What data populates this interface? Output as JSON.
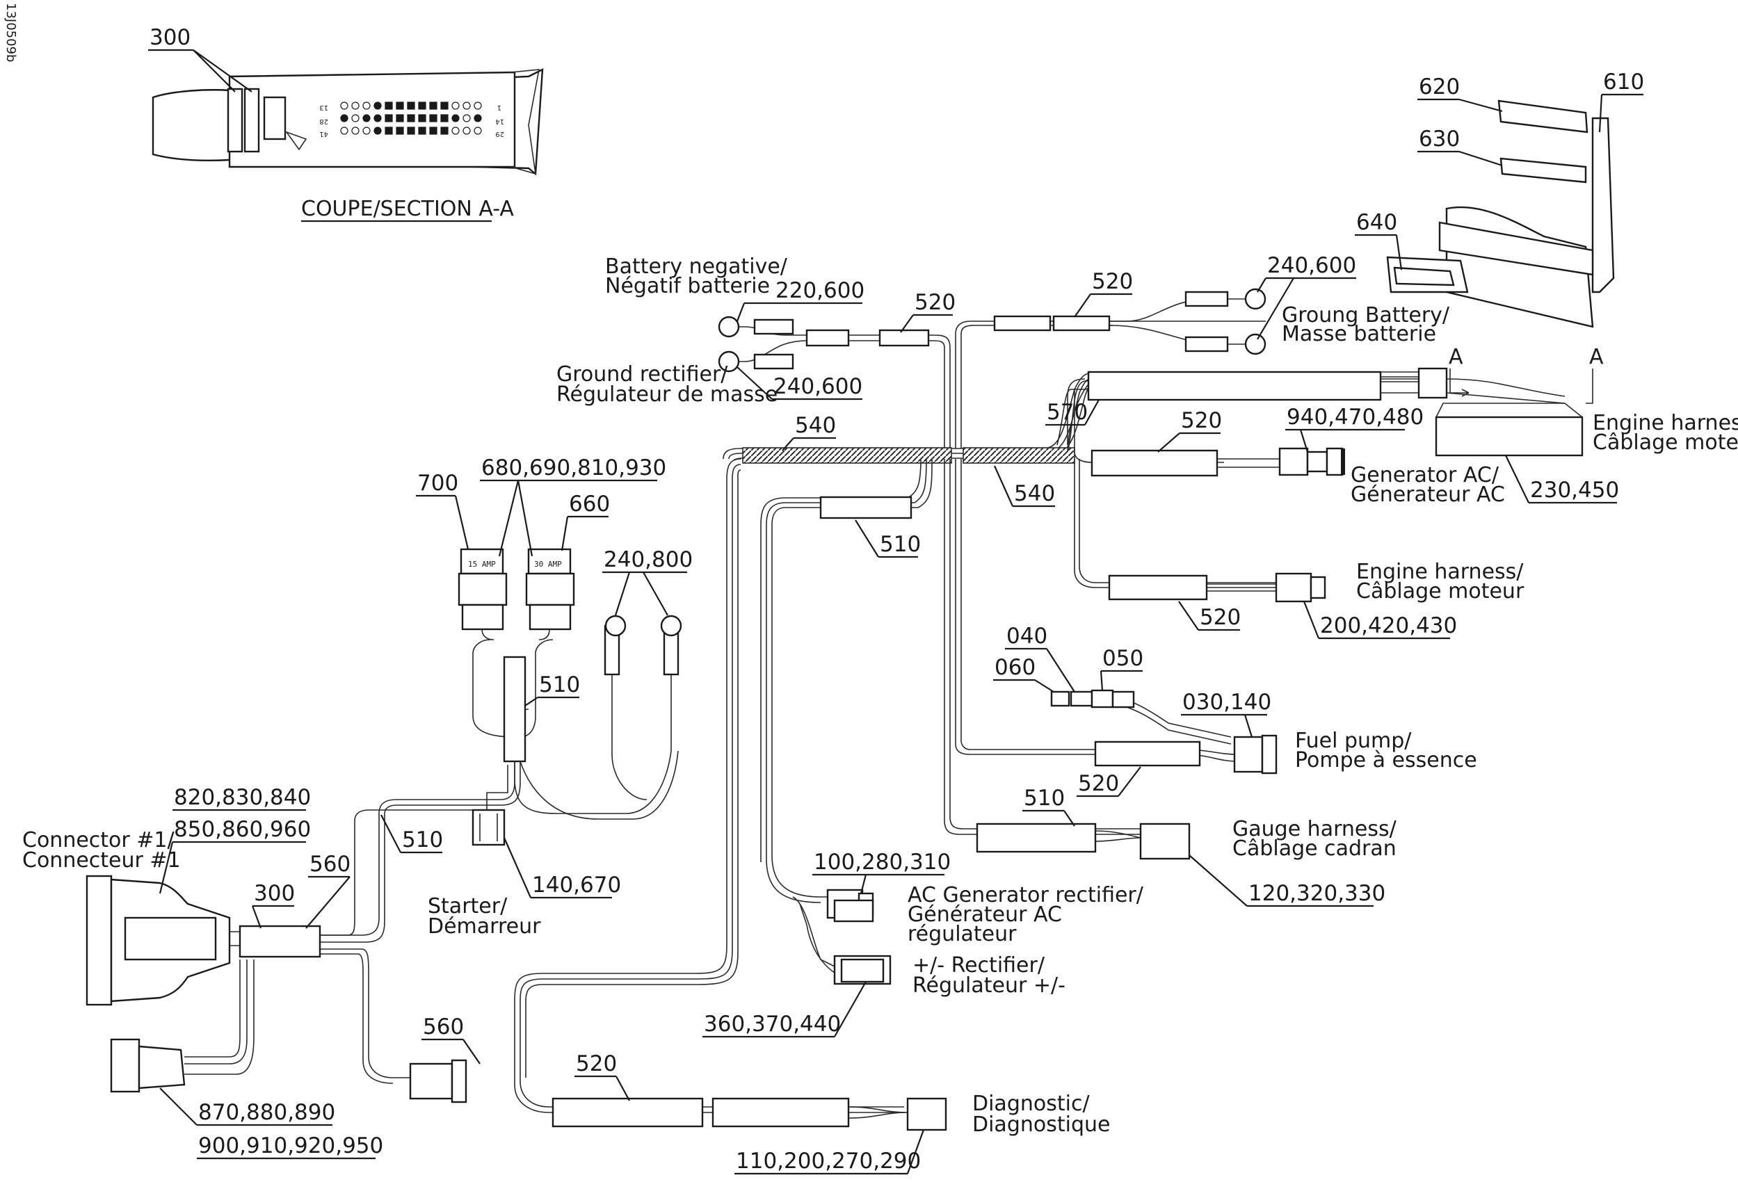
{
  "ref_code": "13J0509b",
  "section_title": "COUPE/SECTION A-A",
  "section_markers": [
    "A",
    "A"
  ],
  "fuse_labels": [
    "15 AMP",
    "30 AMP"
  ],
  "pin_numbers": [
    "1",
    "13",
    "14",
    "28",
    "29",
    "41"
  ],
  "part_numbers": {
    "p300_top": "300",
    "p620": "620",
    "p610": "610",
    "p630": "630",
    "p640": "640",
    "p220_600": "220,600",
    "p520_batt": "520",
    "p520_ground": "520",
    "p240_600_right": "240,600",
    "p240_600_left": "240,600",
    "p940": "940,470,480",
    "p570": "570",
    "p520_gen": "520",
    "p540_left": "540",
    "p540_right": "540",
    "p230": "230,450",
    "p700": "700",
    "p680": "680,690,810,930",
    "p660": "660",
    "p240_800": "240,800",
    "p510_mid": "510",
    "p510_fuse": "510",
    "p520_engine": "520",
    "p200_420": "200,420,430",
    "p040": "040",
    "p050": "050",
    "p060": "060",
    "p030_140": "030,140",
    "p520_fuel": "520",
    "p510_gauge": "510",
    "p120": "120,320,330",
    "p820": "820,830,840",
    "p850": "850,860,960",
    "p560_top": "560",
    "p300_mid": "300",
    "p510_starter": "510",
    "p140_670": "140,670",
    "p100": "100,280,310",
    "p360": "360,370,440",
    "p560_bottom": "560",
    "p520_diag": "520",
    "p870": "870,880,890",
    "p900": "900,910,920,950",
    "p110": "110,200,270,290"
  },
  "descriptions": {
    "battery_negative": [
      "Battery negative/",
      "Négatif batterie"
    ],
    "ground_rectifier": [
      "Ground rectifier/",
      "Régulateur de masse"
    ],
    "ground_battery": [
      "Groung Battery/",
      "Masse batterie"
    ],
    "engine_harness_top": [
      "Engine harness/",
      "Câblage moteur"
    ],
    "generator_ac": [
      "Generator AC/",
      "Génerateur AC"
    ],
    "engine_harness_mid": [
      "Engine harness/",
      "Câblage moteur"
    ],
    "fuel_pump": [
      "Fuel pump/",
      "Pompe à essence"
    ],
    "gauge_harness": [
      "Gauge harness/",
      "Câblage cadran"
    ],
    "connector_1": [
      "Connector #1/",
      "Connecteur #1"
    ],
    "starter": [
      "Starter/",
      "Démarreur"
    ],
    "ac_generator_rectifier": [
      "AC Generator rectifier/",
      "Générateur AC",
      "régulateur"
    ],
    "rectifier_pm": [
      "+/- Rectifier/",
      "Régulateur +/-"
    ],
    "diagnostic": [
      "Diagnostic/",
      "Diagnostique"
    ]
  }
}
